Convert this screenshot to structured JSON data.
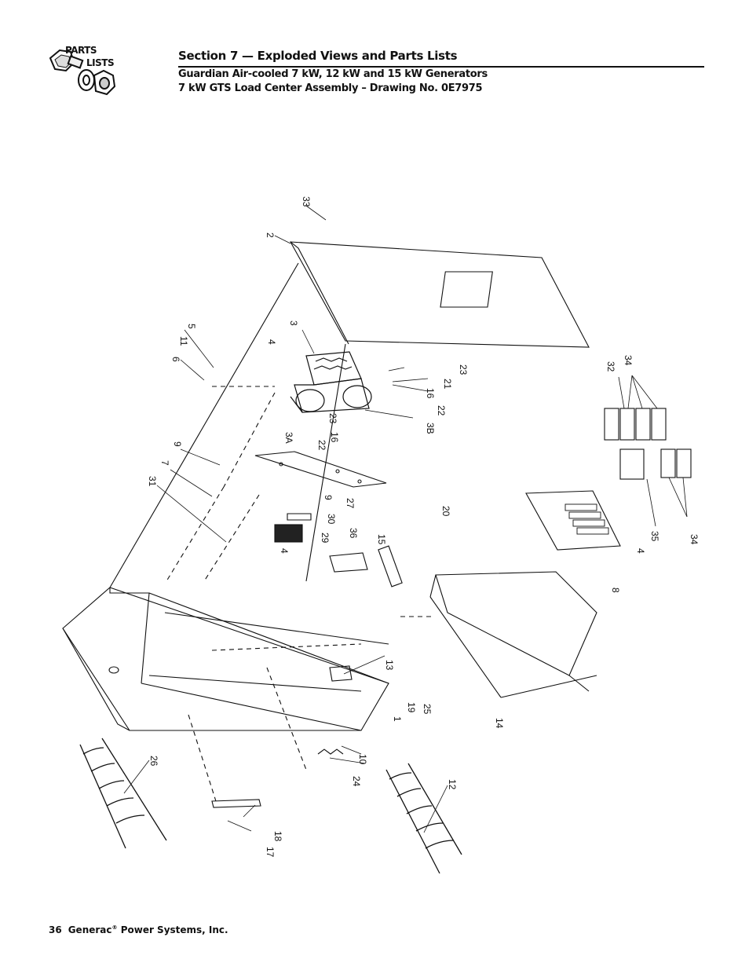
{
  "header": {
    "logo_word_1": "PARTS",
    "logo_word_2": "LISTS",
    "section_title": "Section 7 — Exploded Views and Parts Lists",
    "subtitle_line_1": "Guardian Air-cooled 7 kW, 12 kW and 15 kW Generators",
    "subtitle_line_2": "7 kW GTS Load Center Assembly – Drawing No. 0E7975"
  },
  "callouts": [
    "33",
    "2",
    "3",
    "4",
    "5",
    "11",
    "6",
    "9",
    "7",
    "31",
    "3A",
    "23",
    "16",
    "22",
    "21",
    "23",
    "16",
    "22",
    "3B",
    "27",
    "9",
    "30",
    "29",
    "36",
    "4",
    "15",
    "20",
    "32",
    "34",
    "35",
    "4",
    "8",
    "34",
    "13",
    "19",
    "25",
    "14",
    "1",
    "26",
    "10",
    "24",
    "12",
    "18",
    "17"
  ],
  "footer": {
    "page_number": "36",
    "company": "Generac",
    "registered": "®",
    "company_suffix": " Power Systems, Inc."
  }
}
